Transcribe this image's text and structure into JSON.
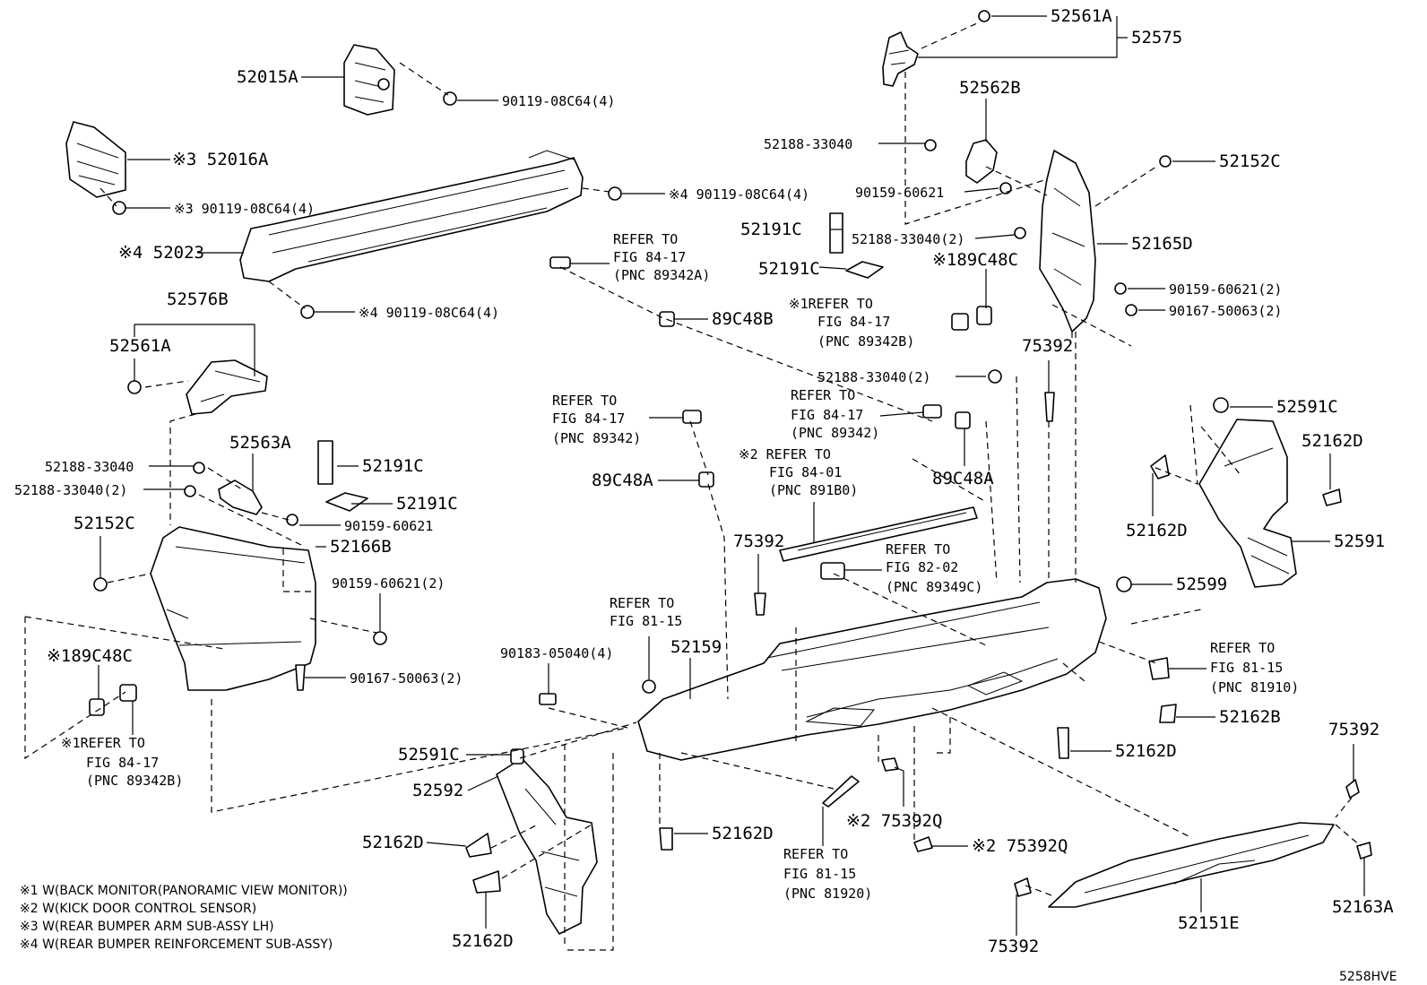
{
  "callouts": {
    "c01": "52561A",
    "c02": "52575",
    "c03": "52015A",
    "c04": "90119-08C64(4)",
    "c05": "52562B",
    "c06": "※3 52016A",
    "c07": "52188-33040",
    "c08": "52152C",
    "c09": "※4 90119-08C64(4)",
    "c10": "90159-60621",
    "c11": "※3 90119-08C64(4)",
    "c12": "52191C",
    "c13": "52188-33040(2)",
    "c14": "52165D",
    "c15": "※4 52023",
    "c16": "52191C",
    "c17": "※189C48C",
    "c18": "90159-60621(2)",
    "c19": "※4 90119-08C64(4)",
    "c20": "52576B",
    "c21": "90167-50063(2)",
    "c22": "89C48B",
    "c23": "52561A",
    "c24": "75392",
    "c25": "52188-33040(2)",
    "c26": "52591C",
    "c27": "52162D",
    "c28": "89C48A",
    "c29": "52188-33040",
    "c30": "52563A",
    "c31": "52191C",
    "c32": "89C48A",
    "c33": "52188-33040(2)",
    "c34": "52191C",
    "c35": "90159-60621",
    "c36": "52162D",
    "c37": "52152C",
    "c38": "52166B",
    "c39": "75392",
    "c40": "52591",
    "c41": "90159-60621(2)",
    "c42": "52599",
    "c43": "※189C48C",
    "c44": "90183-05040(4)",
    "c45": "52159",
    "c46": "90167-50063(2)",
    "c47": "52162B",
    "c48": "75392",
    "c49": "52591C",
    "c50": "52162D",
    "c51": "52592",
    "c52": "52162D",
    "c53": "※2 75392Q",
    "c54": "52162D",
    "c55": "※2 75392Q",
    "c56": "52163A",
    "c57": "52162D",
    "c58": "52151E",
    "c59": "75392"
  },
  "refers": {
    "r1": [
      "REFER TO",
      "FIG 84-17",
      "(PNC 89342A)"
    ],
    "r2": [
      "※1REFER TO",
      "FIG 84-17",
      "(PNC 89342B)"
    ],
    "r3": [
      "REFER TO",
      "FIG 84-17",
      "(PNC 89342)"
    ],
    "r4": [
      "REFER TO",
      "FIG 84-17",
      "(PNC 89342)"
    ],
    "r5": [
      "※2 REFER TO",
      "FIG 84-01",
      "(PNC 891B0)"
    ],
    "r6": [
      "REFER TO",
      "FIG 82-02",
      "(PNC 89349C)"
    ],
    "r7": [
      "REFER TO",
      "FIG 81-15"
    ],
    "r8": [
      "REFER TO",
      "FIG 81-15",
      "(PNC 81910)"
    ],
    "r9": [
      "※1REFER TO",
      "FIG 84-17",
      "(PNC 89342B)"
    ],
    "r10": [
      "REFER TO",
      "FIG 81-15",
      "(PNC 81920)"
    ]
  },
  "notes": [
    "※1 W(BACK MONITOR(PANORAMIC VIEW MONITOR))",
    "※2 W(KICK DOOR CONTROL SENSOR)",
    "※3 W(REAR BUMPER ARM SUB-ASSY LH)",
    "※4 W(REAR BUMPER REINFORCEMENT SUB-ASSY)"
  ],
  "figure_code": "5258HVE"
}
